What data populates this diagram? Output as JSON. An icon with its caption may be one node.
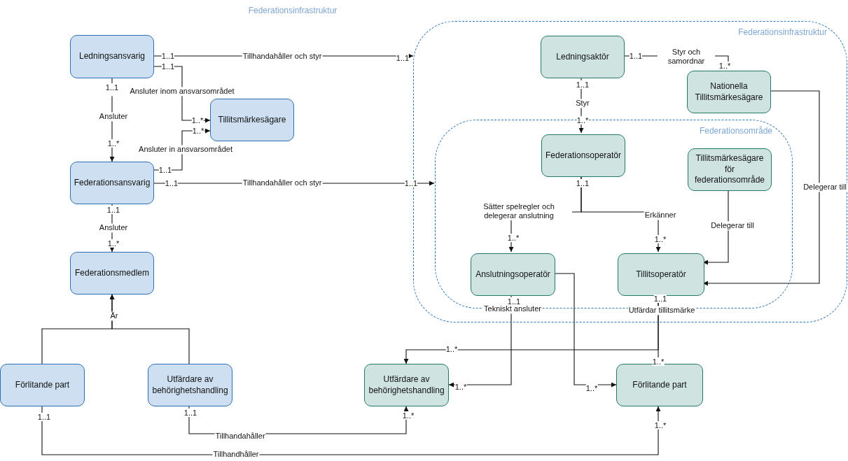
{
  "diagram": {
    "nodes": [
      {
        "text": [
          "Ledningsansvarig"
        ]
      },
      {
        "text": [
          "Tillitsmärkesägare"
        ]
      },
      {
        "text": [
          "Federationsansvarig"
        ]
      },
      {
        "text": [
          "Federationsmedlem"
        ]
      },
      {
        "text": [
          "Förlitande part"
        ]
      },
      {
        "text": [
          "Utfärdare av behörighetshandling"
        ]
      },
      {
        "text": [
          "Federationsinfrastruktur"
        ]
      },
      {
        "text": [
          "Ledningsaktör"
        ],
        "in": 6
      },
      {
        "text": [
          "Nationella Tillitsmärkesägare"
        ],
        "in": 6
      },
      {
        "text": [
          "Federationsområde"
        ],
        "in": 6
      },
      {
        "text": [
          "Federationsoperatör"
        ],
        "in": 9
      },
      {
        "text": [
          "Tillitsmärkesägare för federationsområde"
        ],
        "in": 9
      },
      {
        "text": [
          "Anslutningsoperatör"
        ],
        "in": 9
      },
      {
        "text": [
          "Tillitsoperatör"
        ],
        "in": 9
      },
      {
        "text": [
          "Utfärdare av behörighetshandling"
        ]
      },
      {
        "text": [
          "Förlitande part"
        ]
      }
    ],
    "edges": [
      {
        "from": 0,
        "to": 6,
        "arrow": "to",
        "label": "Tillhandahåller och styr"
      },
      {
        "from": 0,
        "to": 1,
        "arrow": "to",
        "label": "Ansluter inom ansvarsområdet"
      },
      {
        "from": 0,
        "to": 2,
        "arrow": "to",
        "label": "Ansluter"
      },
      {
        "from": 2,
        "to": 1,
        "arrow": "to",
        "label": "Ansluter in ansvarsområdet"
      },
      {
        "from": 2,
        "to": 9,
        "arrow": "to",
        "label": "Tillhandahåller och styr"
      },
      {
        "from": 2,
        "to": 3,
        "arrow": "to",
        "label": "Ansluter"
      },
      {
        "from": 4,
        "to": 3,
        "arrow": "to",
        "label": "Är"
      },
      {
        "from": 5,
        "to": 3,
        "arrow": "to"
      },
      {
        "from": 7,
        "to": 8,
        "arrow": "to",
        "label": "Styr och samordnar"
      },
      {
        "from": 7,
        "to": 10,
        "arrow": "to",
        "label": "Styr"
      },
      {
        "from": 10,
        "to": 12,
        "arrow": "to",
        "label": "Sätter spelregler och delegerar anslutning"
      },
      {
        "from": 10,
        "to": 13,
        "arrow": "to",
        "label": "Erkänner"
      },
      {
        "from": 11,
        "to": 13,
        "arrow": "to",
        "label": "Delegerar till"
      },
      {
        "from": 8,
        "to": 13,
        "arrow": "to",
        "label": "Delegerar till"
      },
      {
        "from": 12,
        "to": 14,
        "arrow": "to",
        "label": "Tekniskt ansluter"
      },
      {
        "from": 12,
        "to": 15,
        "arrow": "to"
      },
      {
        "from": 13,
        "to": 14,
        "arrow": "to",
        "label": "Utfärdar tillitsmärke"
      },
      {
        "from": 13,
        "to": 15,
        "arrow": "none"
      },
      {
        "from": 5,
        "to": 14,
        "arrow": "to",
        "label": "Tillhandahåller"
      },
      {
        "from": 4,
        "to": 15,
        "arrow": "to",
        "label": "Tillhandhåller"
      }
    ],
    "labels": [
      "Federationsinfrastruktur",
      "1..1",
      "1..1",
      "1..1",
      "1..*",
      "1..1",
      "1..1",
      "1..1",
      "1..*",
      "1..*",
      "1..*",
      "1..*",
      "1..1",
      "1..1",
      "1..1",
      "1..1",
      "1..1",
      "1..*",
      "1..*",
      "1..*",
      "1..1",
      "1..1",
      "1..*",
      "1..*",
      "1..*",
      "1..*",
      "1..1",
      "1..*",
      "1..1",
      "1..*"
    ]
  }
}
